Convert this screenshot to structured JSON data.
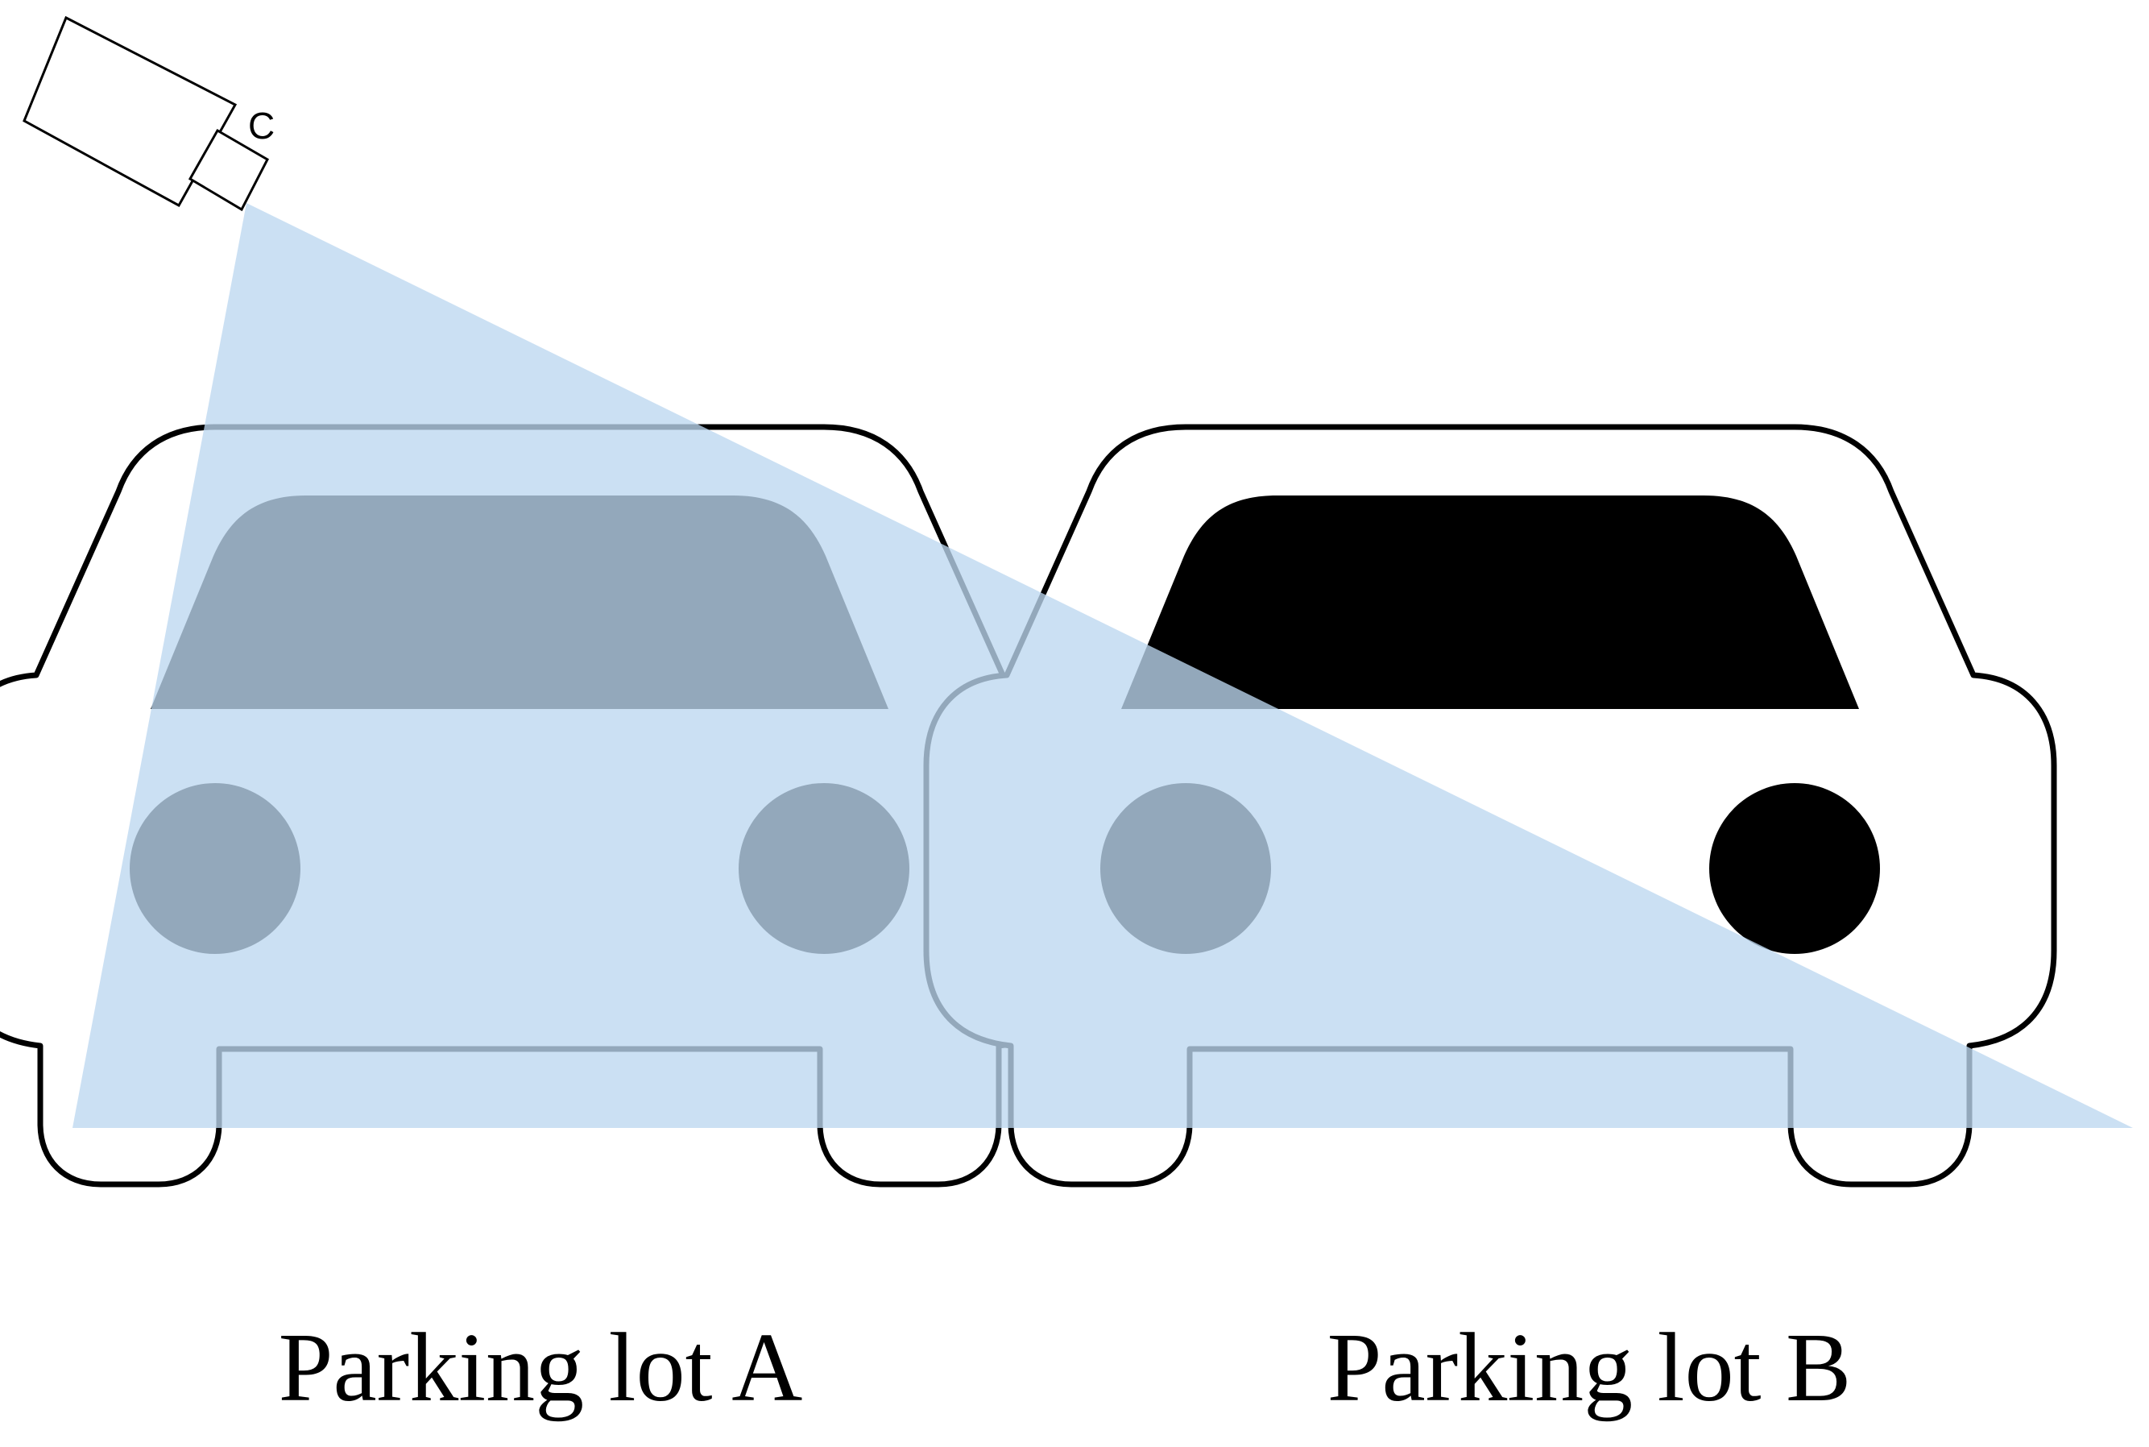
{
  "camera": {
    "label": "C"
  },
  "lots": [
    {
      "label": "Parking lot A"
    },
    {
      "label": "Parking lot B"
    }
  ],
  "colors": {
    "field_of_view": "#bcd7f0",
    "car_outline": "#000000",
    "car_dark_part": "#000000",
    "car_body": "#ffffff",
    "background": "#ffffff"
  }
}
